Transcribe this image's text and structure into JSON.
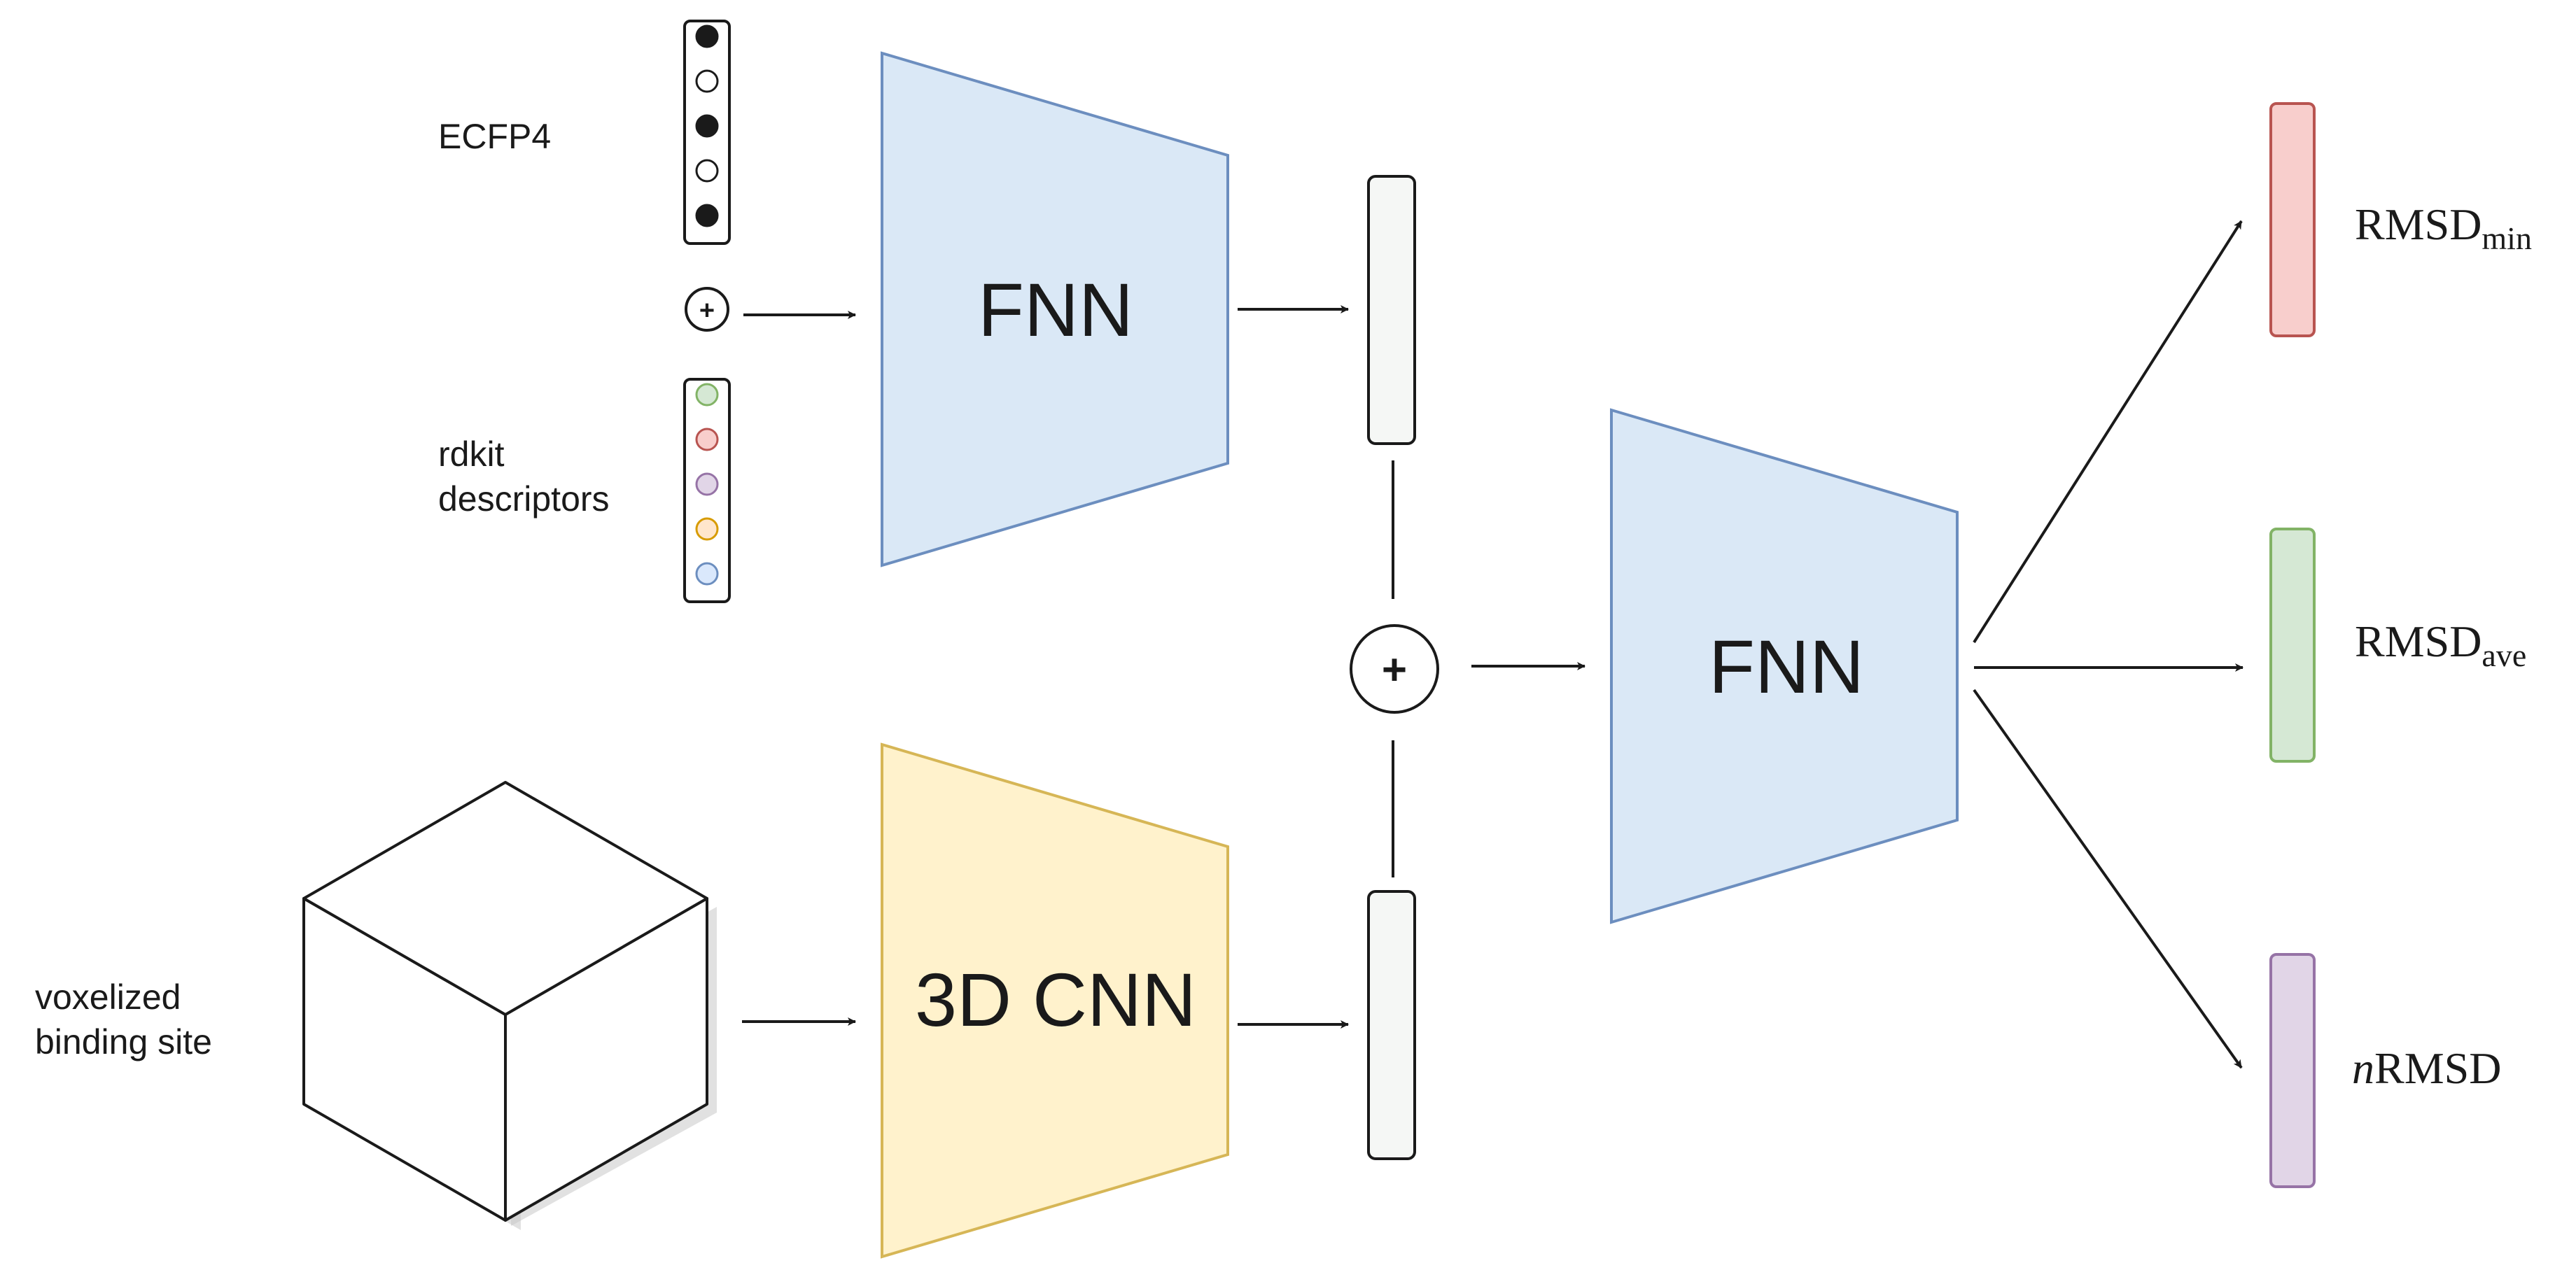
{
  "inputs": {
    "ecfp4_label": "ECFP4",
    "rdkit_label_line1": "rdkit",
    "rdkit_label_line2": "descriptors",
    "voxel_label_line1": "voxelized",
    "voxel_label_line2": "binding site"
  },
  "blocks": {
    "fnn_top": "FNN",
    "cnn_3d": "3D CNN",
    "fnn_merge": "FNN"
  },
  "operators": {
    "concat_small": "+",
    "concat_big": "+"
  },
  "outputs": {
    "rmsd_min_main": "RMSD",
    "rmsd_min_sub": "min",
    "rmsd_ave_main": "RMSD",
    "rmsd_ave_sub": "ave",
    "nrmsd_prefix": "n",
    "nrmsd_main": "RMSD"
  },
  "colors": {
    "fnn_fill": "#dae8f6",
    "fnn_stroke": "#6c8ebf",
    "cnn_fill": "#fff2cc",
    "cnn_stroke": "#d6b656",
    "embedding_fill": "#f5f7f5",
    "rmsd_min_fill": "#f8cecc",
    "rmsd_min_stroke": "#b85450",
    "rmsd_ave_fill": "#d5e8d4",
    "rmsd_ave_stroke": "#82b366",
    "nrmsd_fill": "#e1d5e7",
    "nrmsd_stroke": "#9673a6",
    "desc_green_fill": "#d5e8d4",
    "desc_green_stroke": "#82b366",
    "desc_red_fill": "#f8cecc",
    "desc_red_stroke": "#b85450",
    "desc_purple_fill": "#e1d5e7",
    "desc_purple_stroke": "#9673a6",
    "desc_orange_fill": "#ffe6cc",
    "desc_orange_stroke": "#d79b00",
    "desc_blue_fill": "#dae8fc",
    "desc_blue_stroke": "#6c8ebf"
  }
}
